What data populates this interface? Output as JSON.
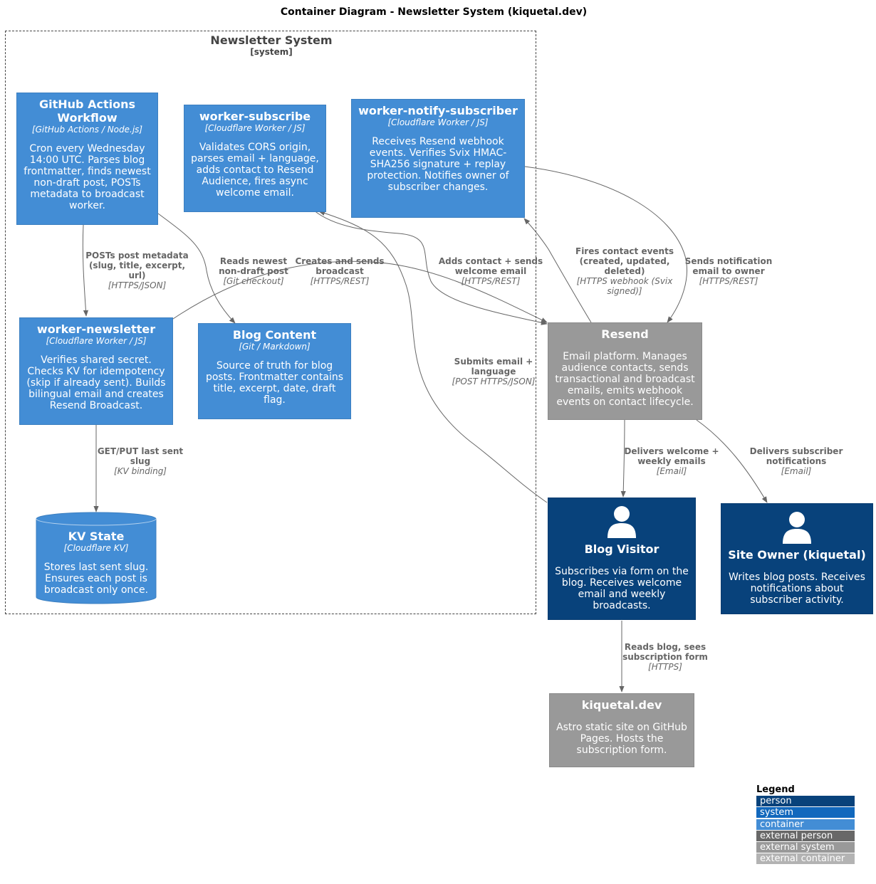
{
  "title": "Container Diagram - Newsletter System (kiquetal.dev)",
  "boundary": {
    "name": "Newsletter System",
    "type": "[system]"
  },
  "nodes": {
    "gha": {
      "name": "GitHub Actions Workflow",
      "tech": "[GitHub Actions / Node.js]",
      "desc": "Cron every Wednesday 14:00 UTC. Parses blog frontmatter, finds newest non-draft post, POSTs metadata to broadcast worker."
    },
    "subscribe": {
      "name": "worker-subscribe",
      "tech": "[Cloudflare Worker / JS]",
      "desc": "Validates CORS origin, parses email + language, adds contact to Resend Audience, fires async welcome email."
    },
    "notify": {
      "name": "worker-notify-subscriber",
      "tech": "[Cloudflare Worker / JS]",
      "desc": "Receives Resend webhook events. Verifies Svix HMAC-SHA256 signature + replay protection. Notifies owner of subscriber changes."
    },
    "newsletter": {
      "name": "worker-newsletter",
      "tech": "[Cloudflare Worker / JS]",
      "desc": "Verifies shared secret. Checks KV for idempotency (skip if already sent). Builds bilingual email and creates Resend Broadcast."
    },
    "blog": {
      "name": "Blog Content",
      "tech": "[Git / Markdown]",
      "desc": "Source of truth for blog posts. Frontmatter contains title, excerpt, date, draft flag."
    },
    "kv": {
      "name": "KV State",
      "tech": "[Cloudflare KV]",
      "desc": "Stores last sent slug. Ensures each post is broadcast only once."
    },
    "resend": {
      "name": "Resend",
      "desc": "Email platform. Manages audience contacts, sends transactional and broadcast emails, emits webhook events on contact lifecycle."
    },
    "visitor": {
      "name": "Blog Visitor",
      "desc": "Subscribes via form on the blog. Receives welcome email and weekly broadcasts."
    },
    "owner": {
      "name": "Site Owner (kiquetal)",
      "desc": "Writes blog posts. Receives notifications about subscriber activity."
    },
    "site": {
      "name": "kiquetal.dev",
      "desc": "Astro static site on GitHub Pages. Hosts the subscription form."
    }
  },
  "edges": {
    "e1": {
      "label": "POSTs post metadata (slug, title, excerpt, url)",
      "tech": "[HTTPS/JSON]"
    },
    "e2": {
      "label": "Reads newest non-draft post",
      "tech": "[Git checkout]"
    },
    "e3": {
      "label": "Creates and sends broadcast",
      "tech": "[HTTPS/REST]"
    },
    "e4": {
      "label": "Adds contact + sends welcome email",
      "tech": "[HTTPS/REST]"
    },
    "e5": {
      "label": "Fires contact events (created, updated, deleted)",
      "tech": "[HTTPS webhook (Svix signed)]"
    },
    "e6": {
      "label": "Sends notification email to owner",
      "tech": "[HTTPS/REST]"
    },
    "e7": {
      "label": "Submits email + language",
      "tech": "[POST HTTPS/JSON]"
    },
    "e8": {
      "label": "GET/PUT last sent slug",
      "tech": "[KV binding]"
    },
    "e9": {
      "label": "Delivers welcome + weekly emails",
      "tech": "[Email]"
    },
    "e10": {
      "label": "Delivers subscriber notifications",
      "tech": "[Email]"
    },
    "e11": {
      "label": "Reads blog, sees subscription form",
      "tech": "[HTTPS]"
    }
  },
  "legend": {
    "title": "Legend",
    "items": [
      {
        "label": "person",
        "color": "#08427b"
      },
      {
        "label": "system",
        "color": "#1168bd"
      },
      {
        "label": "container",
        "color": "#438dd5"
      },
      {
        "label": "external person",
        "color": "#686868"
      },
      {
        "label": "external system",
        "color": "#999999"
      },
      {
        "label": "external container",
        "color": "#b3b3b3"
      }
    ]
  }
}
